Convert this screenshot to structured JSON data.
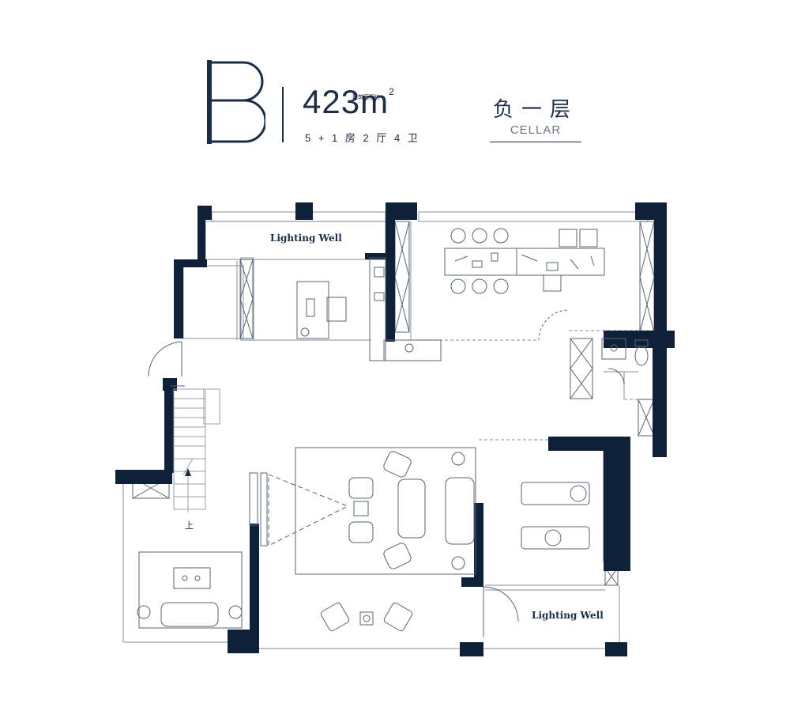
{
  "header": {
    "type_letter": "B",
    "area_value": "423",
    "area_unit": "m",
    "area_sup": "2",
    "area_note": "建筑面积约",
    "rooms": "5 + 1 房 2 厅 4 卫",
    "floor_cn": "负一层",
    "floor_en": "CELLAR"
  },
  "plan": {
    "lighting_well_top": "Lighting Well",
    "lighting_well_bottom": "Lighting Well",
    "stair_up": "上"
  },
  "colors": {
    "wall": "#0e2138",
    "line": "#9aa3ae",
    "accent": "#1c2c44"
  }
}
